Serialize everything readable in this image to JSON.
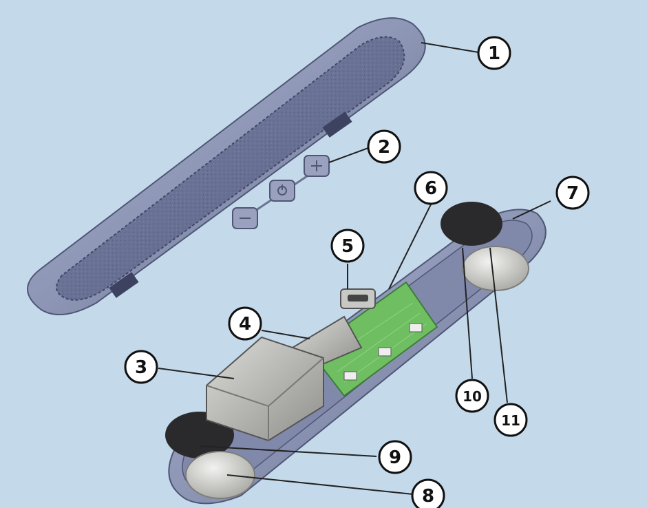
{
  "callouts": [
    {
      "id": "1",
      "label": "1"
    },
    {
      "id": "2",
      "label": "2"
    },
    {
      "id": "3",
      "label": "3"
    },
    {
      "id": "4",
      "label": "4"
    },
    {
      "id": "5",
      "label": "5"
    },
    {
      "id": "6",
      "label": "6"
    },
    {
      "id": "7",
      "label": "7"
    },
    {
      "id": "8",
      "label": "8"
    },
    {
      "id": "9",
      "label": "9"
    },
    {
      "id": "10",
      "label": "10"
    },
    {
      "id": "11",
      "label": "11"
    }
  ],
  "button_icons": [
    "minus-icon",
    "power-icon",
    "plus-icon"
  ],
  "colors": {
    "background": "#c4d9ea",
    "shell": "#8e96b6",
    "leather": "#6c7499",
    "pcb": "#6fbf62",
    "battery": "#b9b9b6",
    "speaker_foam": "#2a2a2c",
    "coin_cell": "#d6d6d4"
  }
}
